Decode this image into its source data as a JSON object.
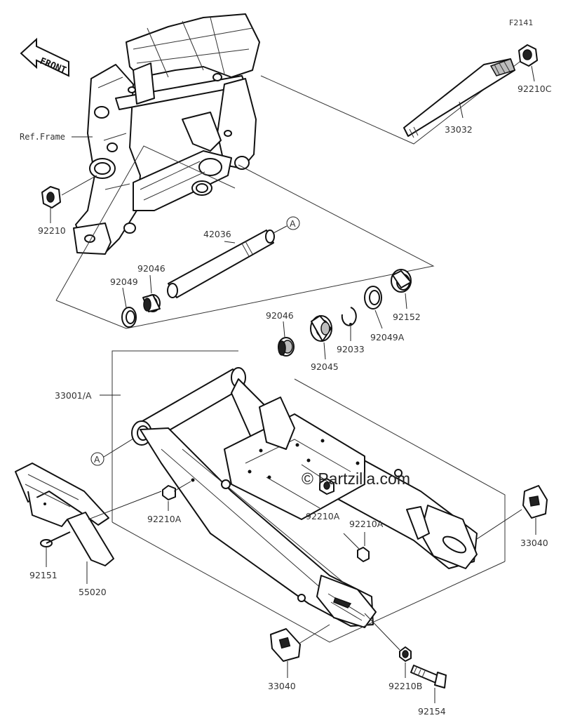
{
  "figure_id": "F2141",
  "front_label": "FRONT",
  "ref_frame": "Ref.Frame",
  "watermark": "© Partzilla.com",
  "parts": {
    "p92210C": "92210C",
    "p33032": "33032",
    "p92210": "92210",
    "p42036": "42036",
    "p92046_top": "92046",
    "p92049": "92049",
    "p92046_mid": "92046",
    "p92045": "92045",
    "p92033": "92033",
    "p92049A": "92049A",
    "p92152": "92152",
    "p33001A": "33001/A",
    "p92210A_left": "92210A",
    "p92210A_mid": "92210A",
    "p92210A_right": "92210A",
    "p33040_right": "33040",
    "p92151": "92151",
    "p55020": "55020",
    "p33040_bottom": "33040",
    "p92210B": "92210B",
    "p92154": "92154"
  },
  "callout_A": "A"
}
